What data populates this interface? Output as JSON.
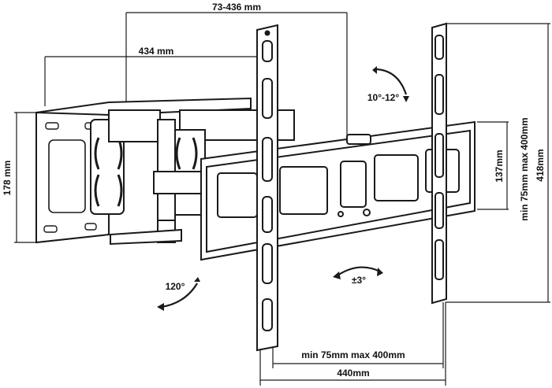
{
  "dimensions": {
    "arm_extension": "73-436 mm",
    "wall_plate_span": "434 mm",
    "wall_plate_height": "178 mm",
    "tilt": "10°-12°",
    "tv_vertical_pattern": "137mm",
    "vesa_vertical": "min 75mm max 400mm",
    "tv_plate_height": "418mm",
    "swivel": "120°",
    "rotation": "±3°",
    "vesa_horizontal": "min 75mm max 400mm",
    "tv_plate_width": "440mm"
  },
  "colors": {
    "line": "#1a1a1a",
    "fill": "#ffffff",
    "shade": "#e8e8e8"
  }
}
